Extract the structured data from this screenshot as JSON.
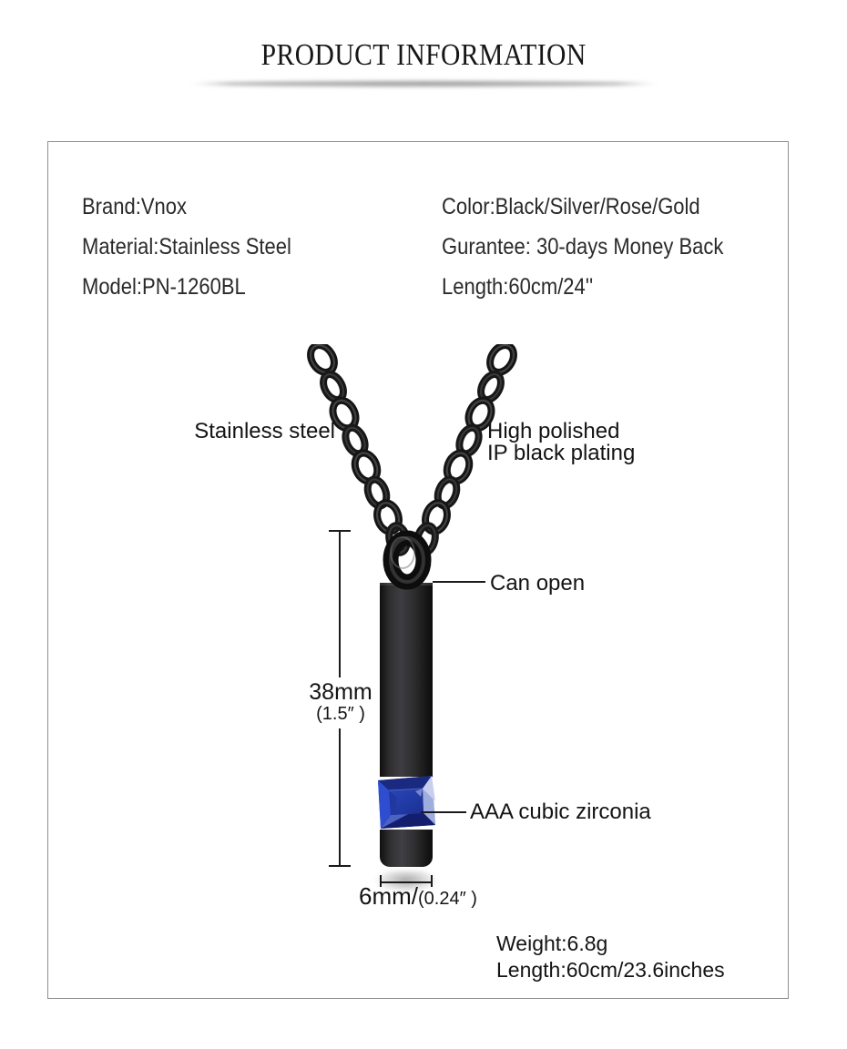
{
  "header": {
    "title": "PRODUCT INFORMATION"
  },
  "specs": {
    "rows": [
      {
        "left": "Brand:Vnox",
        "right": "Color:Black/Silver/Rose/Gold"
      },
      {
        "left": "Material:Stainless Steel",
        "right": "Gurantee: 30-days Money Back"
      },
      {
        "left": "Model:PN-1260BL",
        "right": "Length:60cm/24''"
      }
    ]
  },
  "annotations": {
    "chain_material": "Stainless steel",
    "plating_line1": "High polished",
    "plating_line2": "IP black plating",
    "can_open": "Can open",
    "gem": "AAA cubic zirconia",
    "height_mm": "38mm",
    "height_inch": "(1.5″ )",
    "width_mm": "6mm/",
    "width_inch": "(0.24″ )"
  },
  "footer": {
    "weight": "Weight:6.8g",
    "length": "Length:60cm/23.6inches"
  },
  "colors": {
    "gem_blue": "#2b46c0",
    "gem_light_facet": "#b9c3ea",
    "pendant_black": "#2e2e30",
    "chain_black": "#1a1a1a",
    "border_gray": "#8f8f8f"
  }
}
